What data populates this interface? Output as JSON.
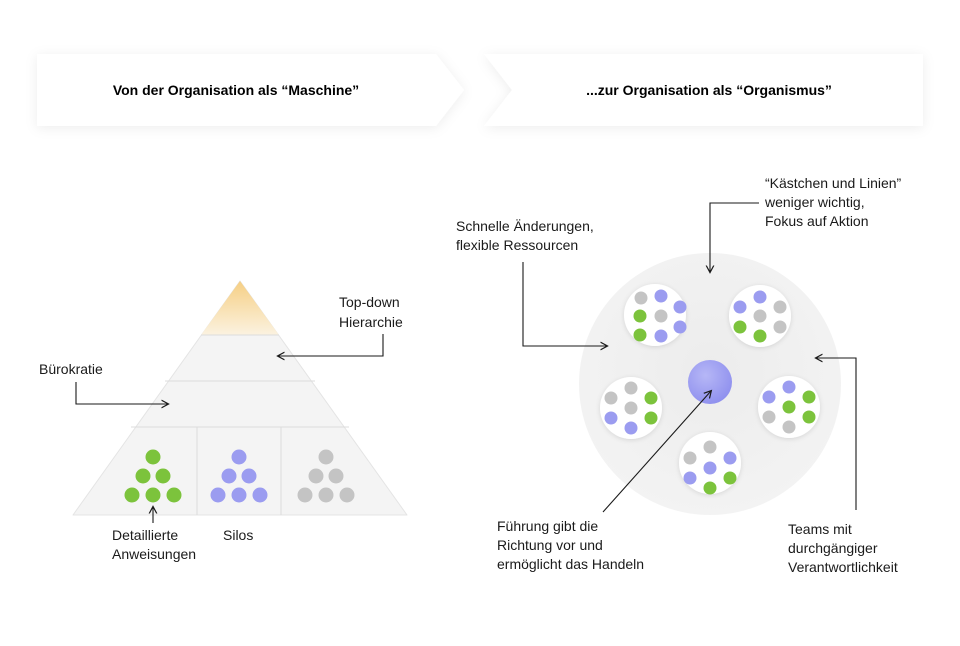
{
  "header": {
    "left_label": "Von der Organisation als “Maschine”",
    "right_label": "...zur Organisation als “Organismus”"
  },
  "machine": {
    "hierarchy_label": [
      "Top-down",
      "Hierarchie"
    ],
    "bureaucracy_label": "Bürokratie",
    "instructions_label": [
      "Detaillierte",
      "Anweisungen"
    ],
    "silos_label": "Silos"
  },
  "organism": {
    "changes_label": [
      "Schnelle Änderungen,",
      "flexible Ressourcen"
    ],
    "boxes_label": [
      "“Kästchen und Linien”",
      "weniger wichtig,",
      "Fokus auf Aktion"
    ],
    "leadership_label": [
      "Führung gibt die",
      "Richtung vor und",
      "ermöglicht das Handeln"
    ],
    "teams_label": [
      "Teams mit",
      "durchgängiger",
      "Verantwortlichkeit"
    ]
  },
  "colors": {
    "green": "#7cc33c",
    "purple": "#9b9cf0",
    "gray": "#c4c4c4",
    "hub": "#9b9cf0",
    "apex_top": "#f7d58f",
    "apex_bottom": "#fbf1dc",
    "panel": "#ffffff",
    "pyramid_fill": "#f4f4f4",
    "pyramid_line": "#dedede",
    "circle_fill": "#eeeeee"
  }
}
